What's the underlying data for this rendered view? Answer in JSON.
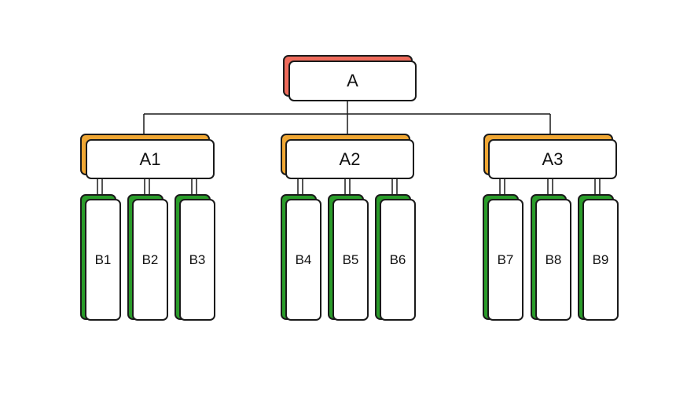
{
  "colors": {
    "root_accent": "#ee6b5b",
    "mid_accent": "#f0a734",
    "leaf_accent": "#2a9c2a",
    "line": "#1a1a1a"
  },
  "root": {
    "label": "A"
  },
  "groups": [
    {
      "label": "A1",
      "children": [
        "B1",
        "B2",
        "B3"
      ]
    },
    {
      "label": "A2",
      "children": [
        "B4",
        "B5",
        "B6"
      ]
    },
    {
      "label": "A3",
      "children": [
        "B7",
        "B8",
        "B9"
      ]
    }
  ]
}
